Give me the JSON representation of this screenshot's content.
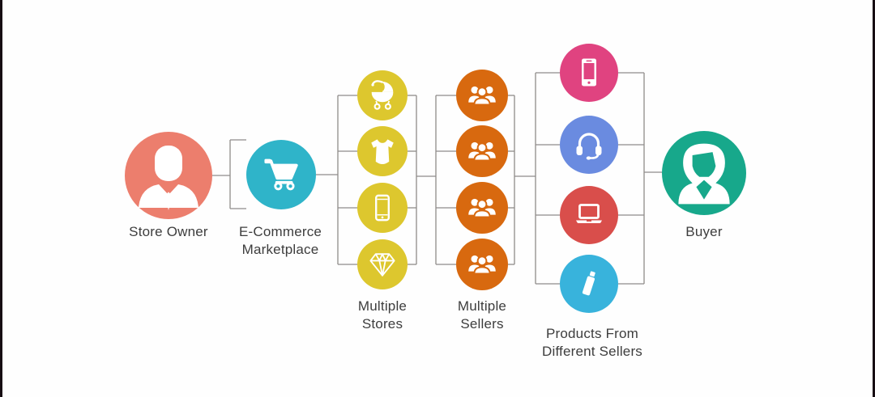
{
  "colors": {
    "salmon": "#EC7E6D",
    "teal": "#2FB4C9",
    "yellow": "#DDC72E",
    "orange": "#D8690F",
    "pink": "#E04380",
    "blue": "#6A8BE0",
    "red": "#D94E4B",
    "cyan": "#38B3DC",
    "green": "#17A88B",
    "line": "#8F8C8A",
    "text": "#3D3D3D",
    "frame": "#170D13",
    "icon": "#FFFFFF"
  },
  "nodes": {
    "store_owner": {
      "label": "Store Owner",
      "icon": "male-user-icon"
    },
    "marketplace": {
      "label": [
        "E-Commerce",
        "Marketplace"
      ],
      "icon": "shopping-cart-icon"
    },
    "stores": {
      "label": [
        "Multiple",
        "Stores"
      ],
      "icons": [
        "stroller-icon",
        "tshirt-icon",
        "smartphone-icon",
        "diamond-icon"
      ]
    },
    "sellers": {
      "label": [
        "Multiple",
        "Sellers"
      ],
      "icons": [
        "sellers-group-icon",
        "sellers-group-icon",
        "sellers-group-icon",
        "sellers-group-icon"
      ]
    },
    "products": {
      "label": [
        "Products From",
        "Different Sellers"
      ],
      "icons": [
        "smartphone-icon",
        "headset-icon",
        "laptop-icon",
        "flash-drive-icon"
      ]
    },
    "buyer": {
      "label": "Buyer",
      "icon": "female-user-icon"
    }
  }
}
